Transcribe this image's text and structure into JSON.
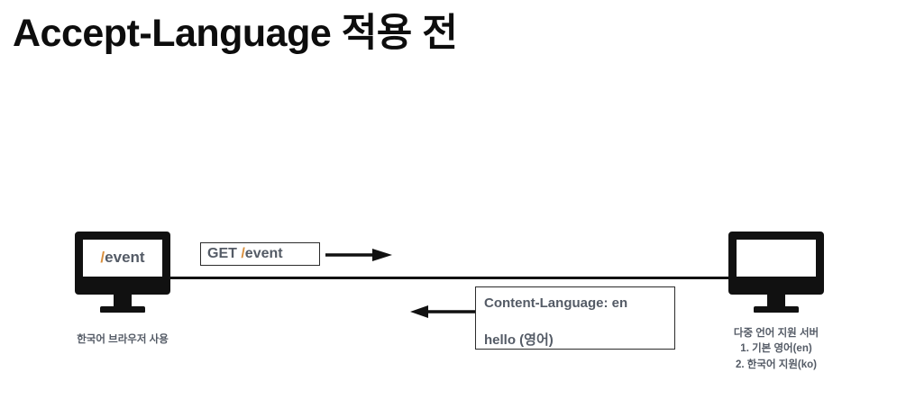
{
  "slide": {
    "title": "Accept-Language 적용 전",
    "background_color": "#ffffff"
  },
  "colors": {
    "text_slate": "#545b66",
    "accent_orange": "#d98f3d",
    "ink_black": "#111111"
  },
  "client": {
    "screen_path_slash": "/",
    "screen_path_name": "event",
    "caption": "한국어 브라우저 사용"
  },
  "server": {
    "caption_line1": "다중 언어 지원 서버",
    "caption_line2": "1. 기본 영어(en)",
    "caption_line3": "2. 한국어 지원(ko)"
  },
  "request": {
    "method": "GET ",
    "path_slash": "/",
    "path_name": "event",
    "arrow_direction": "right"
  },
  "response": {
    "header": "Content-Language: en",
    "body": "hello (영어)",
    "arrow_direction": "left"
  },
  "connection": {
    "label": "network-link"
  }
}
